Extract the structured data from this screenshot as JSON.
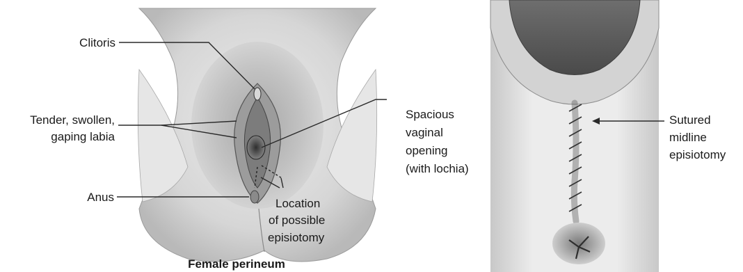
{
  "labels": {
    "clitoris": "Clitoris",
    "labia_line1": "Tender, swollen,",
    "labia_line2": "gaping labia",
    "anus": "Anus",
    "vaginal_line1": "Spacious",
    "vaginal_line2": "vaginal",
    "vaginal_line3": "opening",
    "vaginal_line4": "(with lochia)",
    "location_line1": "Location",
    "location_line2": "of possible",
    "location_line3": "episiotomy",
    "sutured_line1": "Sutured",
    "sutured_line2": "midline",
    "sutured_line3": "episiotomy"
  },
  "caption": "Female perineum",
  "colors": {
    "line": "#2a2a2a",
    "skin_light": "#f2f2f2",
    "skin_mid": "#cfcfcf",
    "skin_dark": "#6a6a6a",
    "background": "#ffffff"
  }
}
